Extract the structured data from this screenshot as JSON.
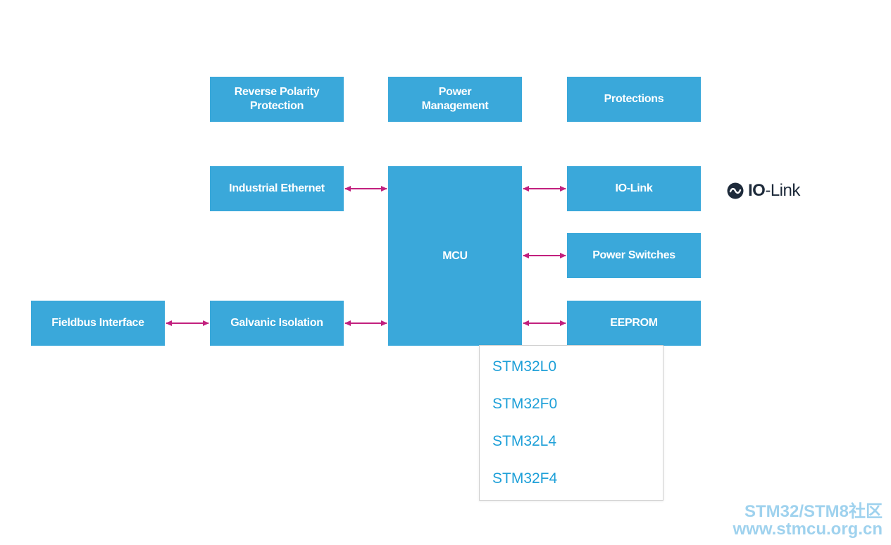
{
  "blocks": {
    "reverse_polarity": "Reverse Polarity\nProtection",
    "power_management": "Power\nManagement",
    "protections": "Protections",
    "industrial_ethernet": "Industrial Ethernet",
    "mcu": "MCU",
    "io_link": "IO-Link",
    "power_switches": "Power Switches",
    "fieldbus_interface": "Fieldbus Interface",
    "galvanic_isolation": "Galvanic Isolation",
    "eeprom": "EEPROM"
  },
  "mcu_dropdown": {
    "items": [
      "STM32L0",
      "STM32F0",
      "STM32L4",
      "STM32F4"
    ]
  },
  "brand_logo": {
    "bold": "IO",
    "rest": "-Link",
    "icon": "io-link-logo-icon"
  },
  "watermark": {
    "line1": "STM32/STM8社区",
    "line2": "www.stmcu.org.cn"
  },
  "colors": {
    "block_fill": "#3aa8da",
    "arrow": "#c2207e",
    "dropdown_link": "#1ea0d8",
    "watermark": "#9fd2ee"
  }
}
